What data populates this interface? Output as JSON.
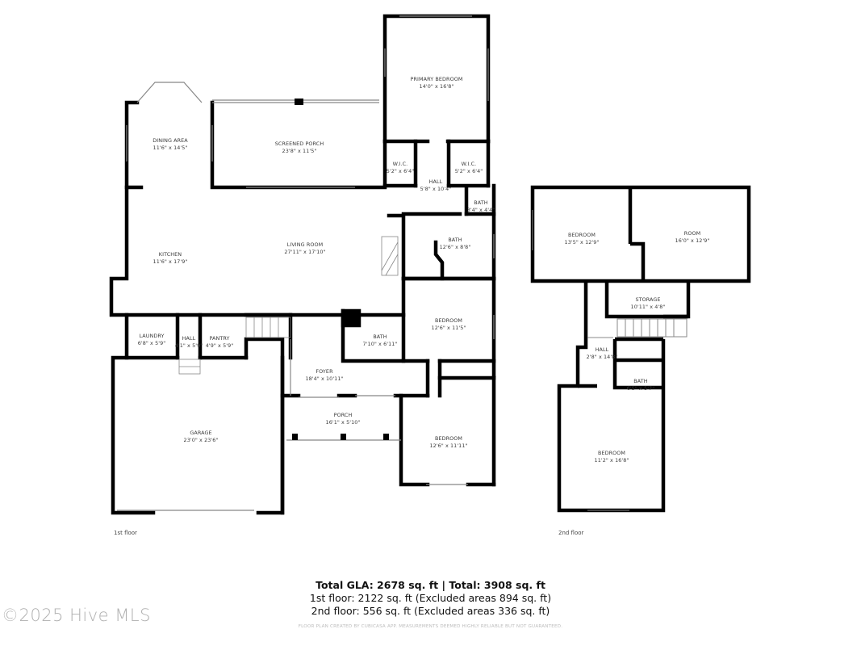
{
  "floor_plan": {
    "first_floor": {
      "label": "1st floor",
      "rooms": [
        {
          "name": "PRIMARY BEDROOM",
          "dims": "14'0\" x 16'8\""
        },
        {
          "name": "DINING AREA",
          "dims": "11'6\" x 14'5\""
        },
        {
          "name": "SCREENED PORCH",
          "dims": "23'8\" x 11'5\""
        },
        {
          "name": "W.I.C.",
          "dims": "5'2\" x 6'4\""
        },
        {
          "name": "W.I.C.",
          "dims": "5'2\" x 6'4\""
        },
        {
          "name": "HALL",
          "dims": "5'8\" x 10'4\""
        },
        {
          "name": "BATH",
          "dims": "3'4\" x 4'4\""
        },
        {
          "name": "KITCHEN",
          "dims": "11'6\" x 17'9\""
        },
        {
          "name": "LIVING ROOM",
          "dims": "27'11\" x 17'10\""
        },
        {
          "name": "BATH",
          "dims": "12'6\" x 8'8\""
        },
        {
          "name": "LAUNDRY",
          "dims": "6'8\" x 5'9\""
        },
        {
          "name": "HALL",
          "dims": "4'1\" x 5'9\""
        },
        {
          "name": "PANTRY",
          "dims": "4'9\" x 5'9\""
        },
        {
          "name": "BATH",
          "dims": "7'10\" x 6'11\""
        },
        {
          "name": "BEDROOM",
          "dims": "12'6\" x 11'5\""
        },
        {
          "name": "FOYER",
          "dims": "18'4\" x 10'11\""
        },
        {
          "name": "PORCH",
          "dims": "16'1\" x 5'10\""
        },
        {
          "name": "BEDROOM",
          "dims": "12'6\" x 11'11\""
        },
        {
          "name": "GARAGE",
          "dims": "23'0\" x 23'6\""
        }
      ]
    },
    "second_floor": {
      "label": "2nd floor",
      "rooms": [
        {
          "name": "BEDROOM",
          "dims": "13'5\" x 12'9\""
        },
        {
          "name": "ROOM",
          "dims": "16'0\" x 12'9\""
        },
        {
          "name": "STORAGE",
          "dims": "10'11\" x 4'8\""
        },
        {
          "name": "HALL",
          "dims": "2'8\" x 14'8\""
        },
        {
          "name": "BATH",
          "dims": "6'5\" x 5'7\""
        },
        {
          "name": "BEDROOM",
          "dims": "11'2\" x 16'8\""
        }
      ]
    }
  },
  "totals": {
    "headline": "Total GLA: 2678 sq. ft | Total: 3908 sq. ft",
    "first_floor": "1st floor: 2122 sq. ft (Excluded areas 894 sq. ft)",
    "second_floor": "2nd floor: 556 sq. ft (Excluded areas 336 sq. ft)"
  },
  "disclaimer": "FLOOR PLAN CREATED BY CUBICASA APP. MEASUREMENTS DEEMED HIGHLY RELIABLE BUT NOT GUARANTEED.",
  "watermark": "©2025 Hive MLS",
  "colors": {
    "wall": "#000000",
    "window": "#9a9a9a",
    "text": "#3a3a3a",
    "watermark": "#b0b0b0"
  }
}
